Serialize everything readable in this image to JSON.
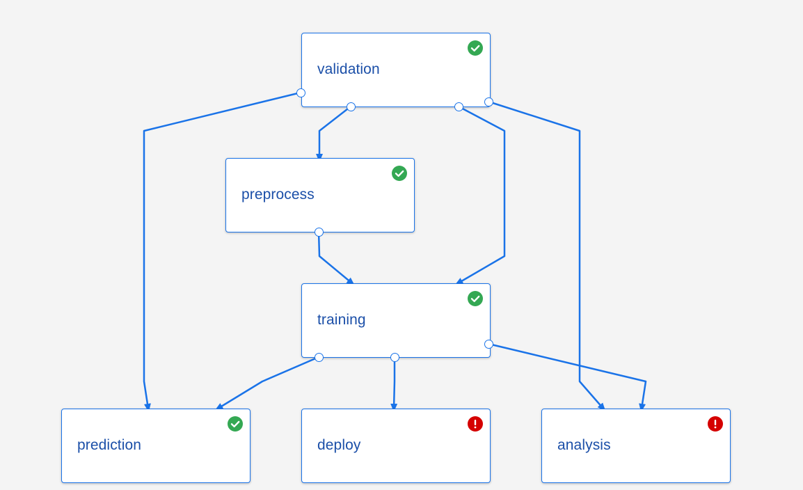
{
  "pipeline": {
    "nodes": [
      {
        "id": "validation",
        "label": "validation",
        "status": "success"
      },
      {
        "id": "preprocess",
        "label": "preprocess",
        "status": "success"
      },
      {
        "id": "training",
        "label": "training",
        "status": "success"
      },
      {
        "id": "prediction",
        "label": "prediction",
        "status": "success"
      },
      {
        "id": "deploy",
        "label": "deploy",
        "status": "error"
      },
      {
        "id": "analysis",
        "label": "analysis",
        "status": "error"
      }
    ],
    "edges": [
      {
        "from": "validation",
        "to": "preprocess"
      },
      {
        "from": "validation",
        "to": "training"
      },
      {
        "from": "validation",
        "to": "prediction"
      },
      {
        "from": "validation",
        "to": "analysis"
      },
      {
        "from": "preprocess",
        "to": "training"
      },
      {
        "from": "training",
        "to": "prediction"
      },
      {
        "from": "training",
        "to": "deploy"
      },
      {
        "from": "training",
        "to": "analysis"
      }
    ]
  },
  "colors": {
    "edge": "#1a73e8",
    "node_border": "#1a73e8",
    "label": "#1b4fa8",
    "success": "#34a853",
    "error": "#d50000",
    "background": "#f4f4f4"
  },
  "icons": {
    "success": "check-circle-icon",
    "error": "error-circle-icon"
  }
}
